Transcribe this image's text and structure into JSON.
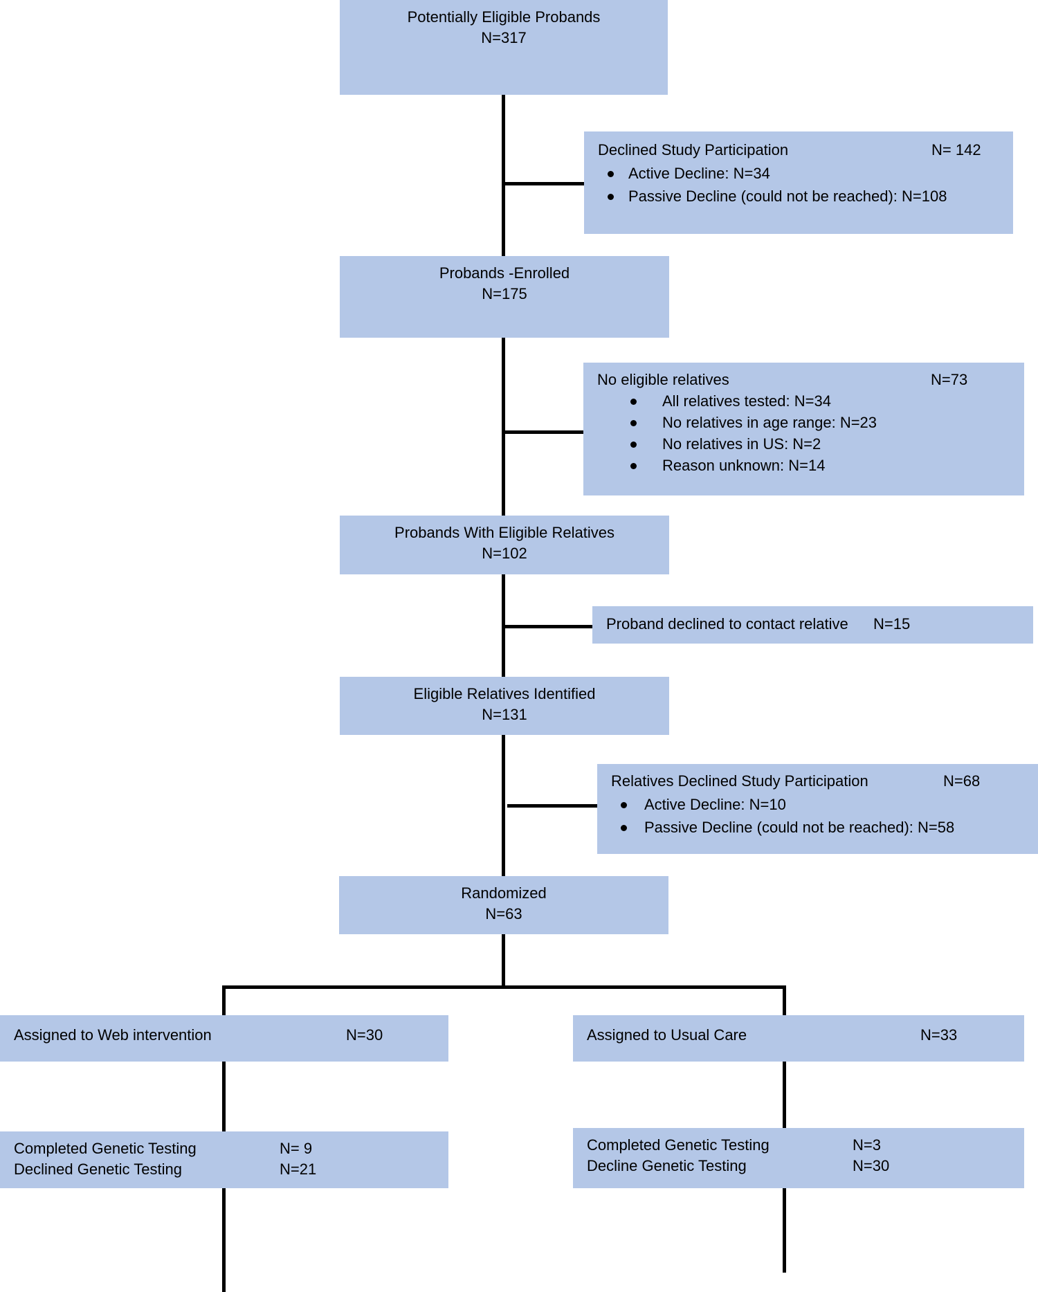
{
  "nodes": {
    "eligible_probands": {
      "title": "Potentially Eligible Probands",
      "n": "N=317"
    },
    "declined_study": {
      "title": "Declined Study Participation",
      "n": "N= 142",
      "items": [
        "Active Decline: N=34",
        "Passive Decline (could not be reached): N=108"
      ]
    },
    "probands_enrolled": {
      "title": "Probands -Enrolled",
      "n": "N=175"
    },
    "no_eligible_relatives": {
      "title": "No eligible relatives",
      "n": "N=73",
      "items": [
        "All relatives tested: N=34",
        "No relatives in age range: N=23",
        "No relatives in US: N=2",
        "Reason unknown: N=14"
      ]
    },
    "probands_with_relatives": {
      "title": "Probands With Eligible Relatives",
      "n": "N=102"
    },
    "proband_declined_contact": {
      "title": "Proband declined to contact relative",
      "n": "N=15"
    },
    "relatives_identified": {
      "title": "Eligible Relatives Identified",
      "n": "N=131"
    },
    "relatives_declined": {
      "title": "Relatives Declined Study Participation",
      "n": "N=68",
      "items": [
        "Active Decline: N=10",
        "Passive Decline (could not be reached): N=58"
      ]
    },
    "randomized": {
      "title": "Randomized",
      "n": "N=63"
    },
    "web_intervention": {
      "title": "Assigned to Web intervention",
      "n": "N=30"
    },
    "usual_care": {
      "title": "Assigned to Usual Care",
      "n": "N=33"
    },
    "web_outcome": {
      "completed_label": "Completed Genetic Testing",
      "completed_n": "N= 9",
      "declined_label": "Declined Genetic Testing",
      "declined_n": "N=21"
    },
    "usual_outcome": {
      "completed_label": "Completed Genetic Testing",
      "completed_n": "N=3",
      "declined_label": "Decline Genetic Testing",
      "declined_n": "N=30"
    }
  }
}
